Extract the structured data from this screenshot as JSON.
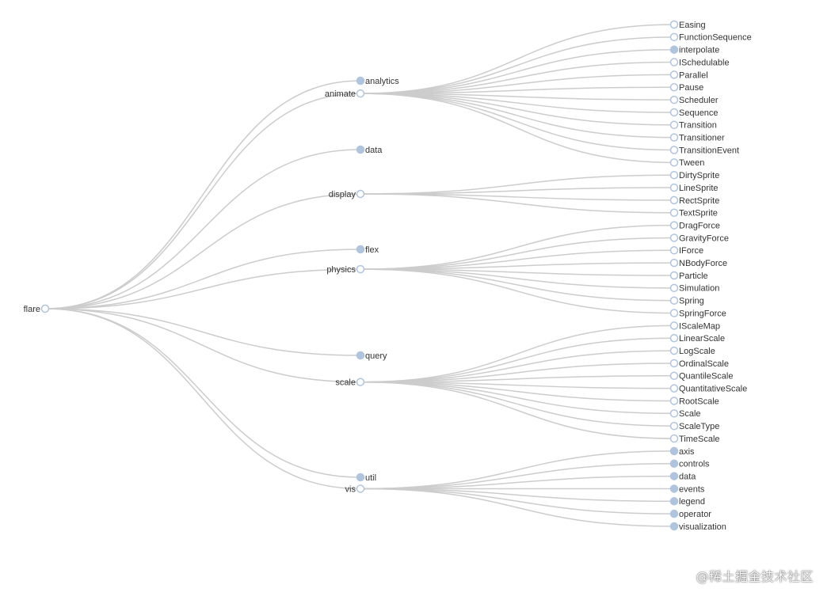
{
  "tree": {
    "name": "flare",
    "children": [
      {
        "name": "analytics",
        "collapsed": true
      },
      {
        "name": "animate",
        "children": [
          {
            "name": "Easing"
          },
          {
            "name": "FunctionSequence"
          },
          {
            "name": "interpolate",
            "collapsed": true
          },
          {
            "name": "ISchedulable"
          },
          {
            "name": "Parallel"
          },
          {
            "name": "Pause"
          },
          {
            "name": "Scheduler"
          },
          {
            "name": "Sequence"
          },
          {
            "name": "Transition"
          },
          {
            "name": "Transitioner"
          },
          {
            "name": "TransitionEvent"
          },
          {
            "name": "Tween"
          }
        ]
      },
      {
        "name": "data",
        "collapsed": true
      },
      {
        "name": "display",
        "children": [
          {
            "name": "DirtySprite"
          },
          {
            "name": "LineSprite"
          },
          {
            "name": "RectSprite"
          },
          {
            "name": "TextSprite"
          }
        ]
      },
      {
        "name": "flex",
        "collapsed": true
      },
      {
        "name": "physics",
        "children": [
          {
            "name": "DragForce"
          },
          {
            "name": "GravityForce"
          },
          {
            "name": "IForce"
          },
          {
            "name": "NBodyForce"
          },
          {
            "name": "Particle"
          },
          {
            "name": "Simulation"
          },
          {
            "name": "Spring"
          },
          {
            "name": "SpringForce"
          }
        ]
      },
      {
        "name": "query",
        "collapsed": true
      },
      {
        "name": "scale",
        "children": [
          {
            "name": "IScaleMap"
          },
          {
            "name": "LinearScale"
          },
          {
            "name": "LogScale"
          },
          {
            "name": "OrdinalScale"
          },
          {
            "name": "QuantileScale"
          },
          {
            "name": "QuantitativeScale"
          },
          {
            "name": "RootScale"
          },
          {
            "name": "Scale"
          },
          {
            "name": "ScaleType"
          },
          {
            "name": "TimeScale"
          }
        ]
      },
      {
        "name": "util",
        "collapsed": true
      },
      {
        "name": "vis",
        "children": [
          {
            "name": "axis",
            "collapsed": true
          },
          {
            "name": "controls",
            "collapsed": true
          },
          {
            "name": "data",
            "collapsed": true
          },
          {
            "name": "events",
            "collapsed": true
          },
          {
            "name": "legend",
            "collapsed": true
          },
          {
            "name": "operator",
            "collapsed": true
          },
          {
            "name": "visualization",
            "collapsed": true
          }
        ]
      }
    ]
  },
  "colors": {
    "link": "#cccccc",
    "node_stroke": "#b0c4de",
    "collapsed_fill": "#b0c4de",
    "expanded_fill": "#ffffff",
    "label": "#333333"
  },
  "watermark": "@稀土掘金技术社区"
}
